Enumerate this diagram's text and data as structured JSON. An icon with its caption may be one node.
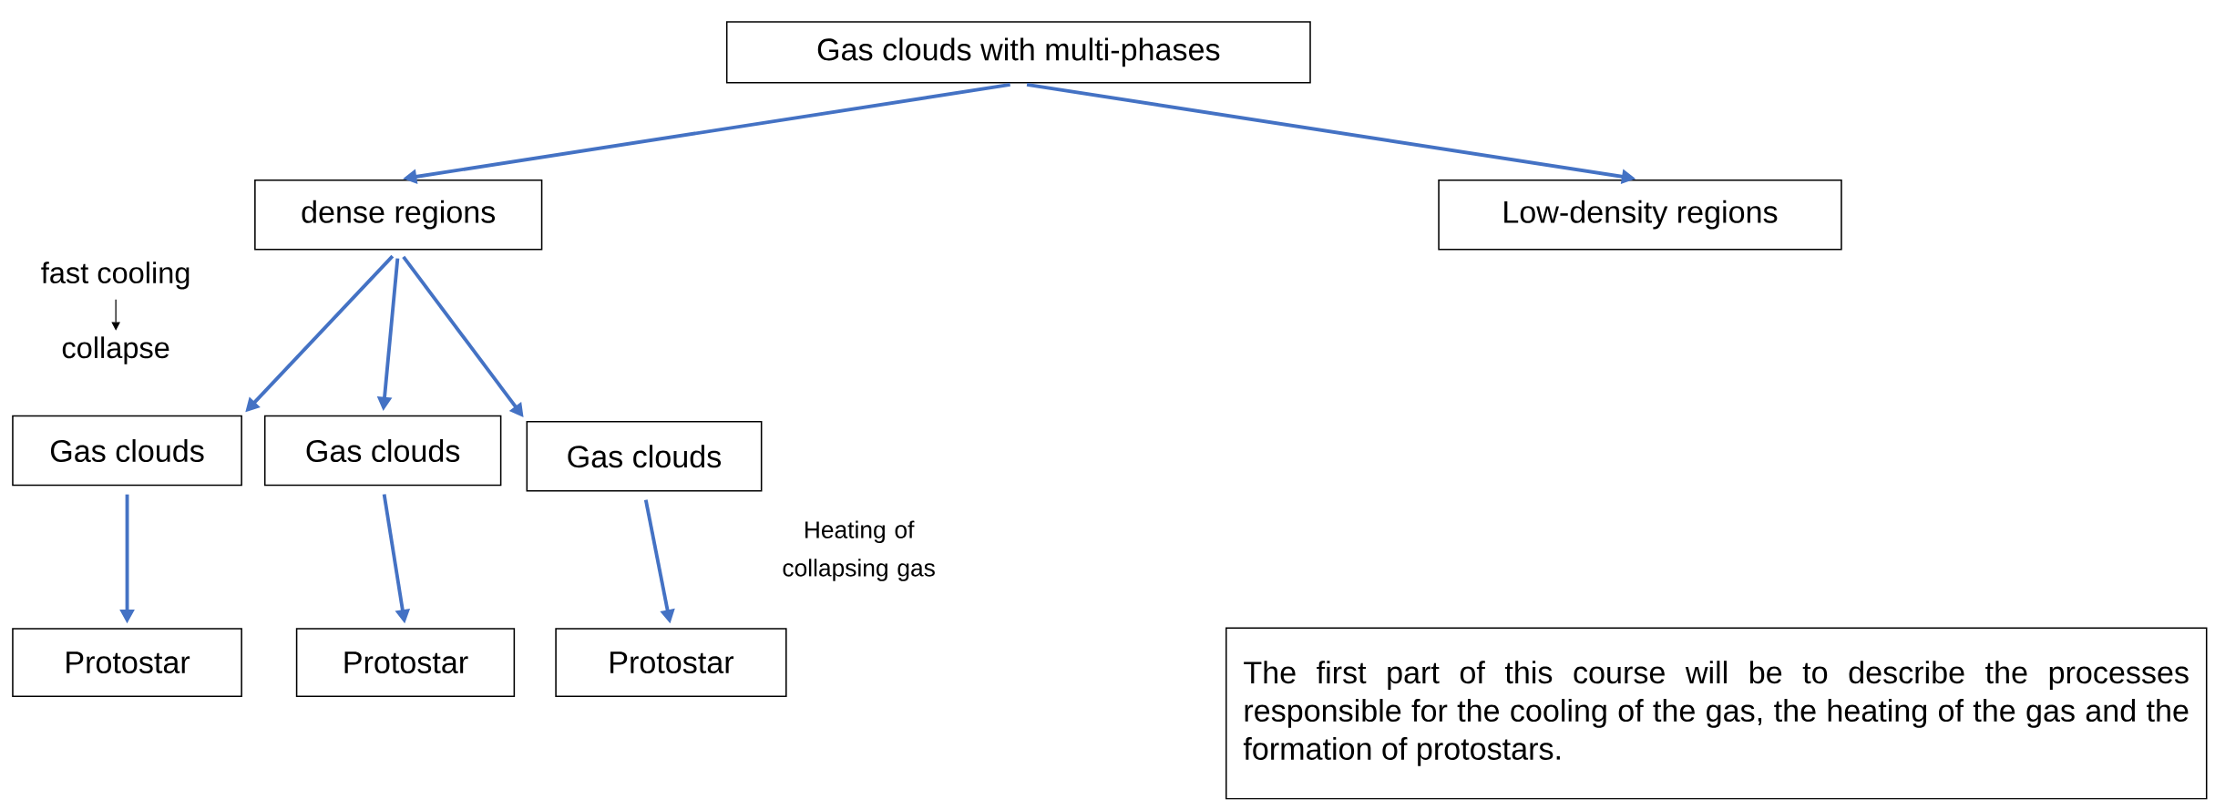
{
  "diagram": {
    "nodes": [
      {
        "text": [
          "Gas clouds with multi-phases"
        ]
      },
      {
        "text": [
          "dense regions"
        ]
      },
      {
        "text": [
          "Low-density regions"
        ]
      },
      {
        "text": [
          "fast cooling"
        ]
      },
      {
        "text": [
          "collapse"
        ]
      },
      {
        "text": [
          "Gas clouds"
        ]
      },
      {
        "text": [
          "Gas clouds"
        ]
      },
      {
        "text": [
          "Gas clouds"
        ]
      },
      {
        "text": [
          "Protostar"
        ]
      },
      {
        "text": [
          "Protostar"
        ]
      },
      {
        "text": [
          "Protostar"
        ]
      },
      {
        "text": [
          "The first part of this course will be to describe the processes responsible for the cooling of the gas, the heating of the gas and the formation of protostars."
        ]
      }
    ],
    "edges": [
      {
        "from": 0,
        "to": 1,
        "arrow": "to"
      },
      {
        "from": 0,
        "to": 2,
        "arrow": "to"
      },
      {
        "from": 3,
        "to": 4,
        "arrow": "to",
        "color": "#000000"
      },
      {
        "from": 1,
        "to": 5,
        "arrow": "to"
      },
      {
        "from": 1,
        "to": 6,
        "arrow": "to"
      },
      {
        "from": 1,
        "to": 7,
        "arrow": "to"
      },
      {
        "from": 5,
        "to": 8,
        "arrow": "to"
      },
      {
        "from": 6,
        "to": 9,
        "arrow": "to"
      },
      {
        "from": 7,
        "to": 10,
        "arrow": "to"
      }
    ],
    "labels": [
      "Heating of collapsing gas"
    ]
  }
}
